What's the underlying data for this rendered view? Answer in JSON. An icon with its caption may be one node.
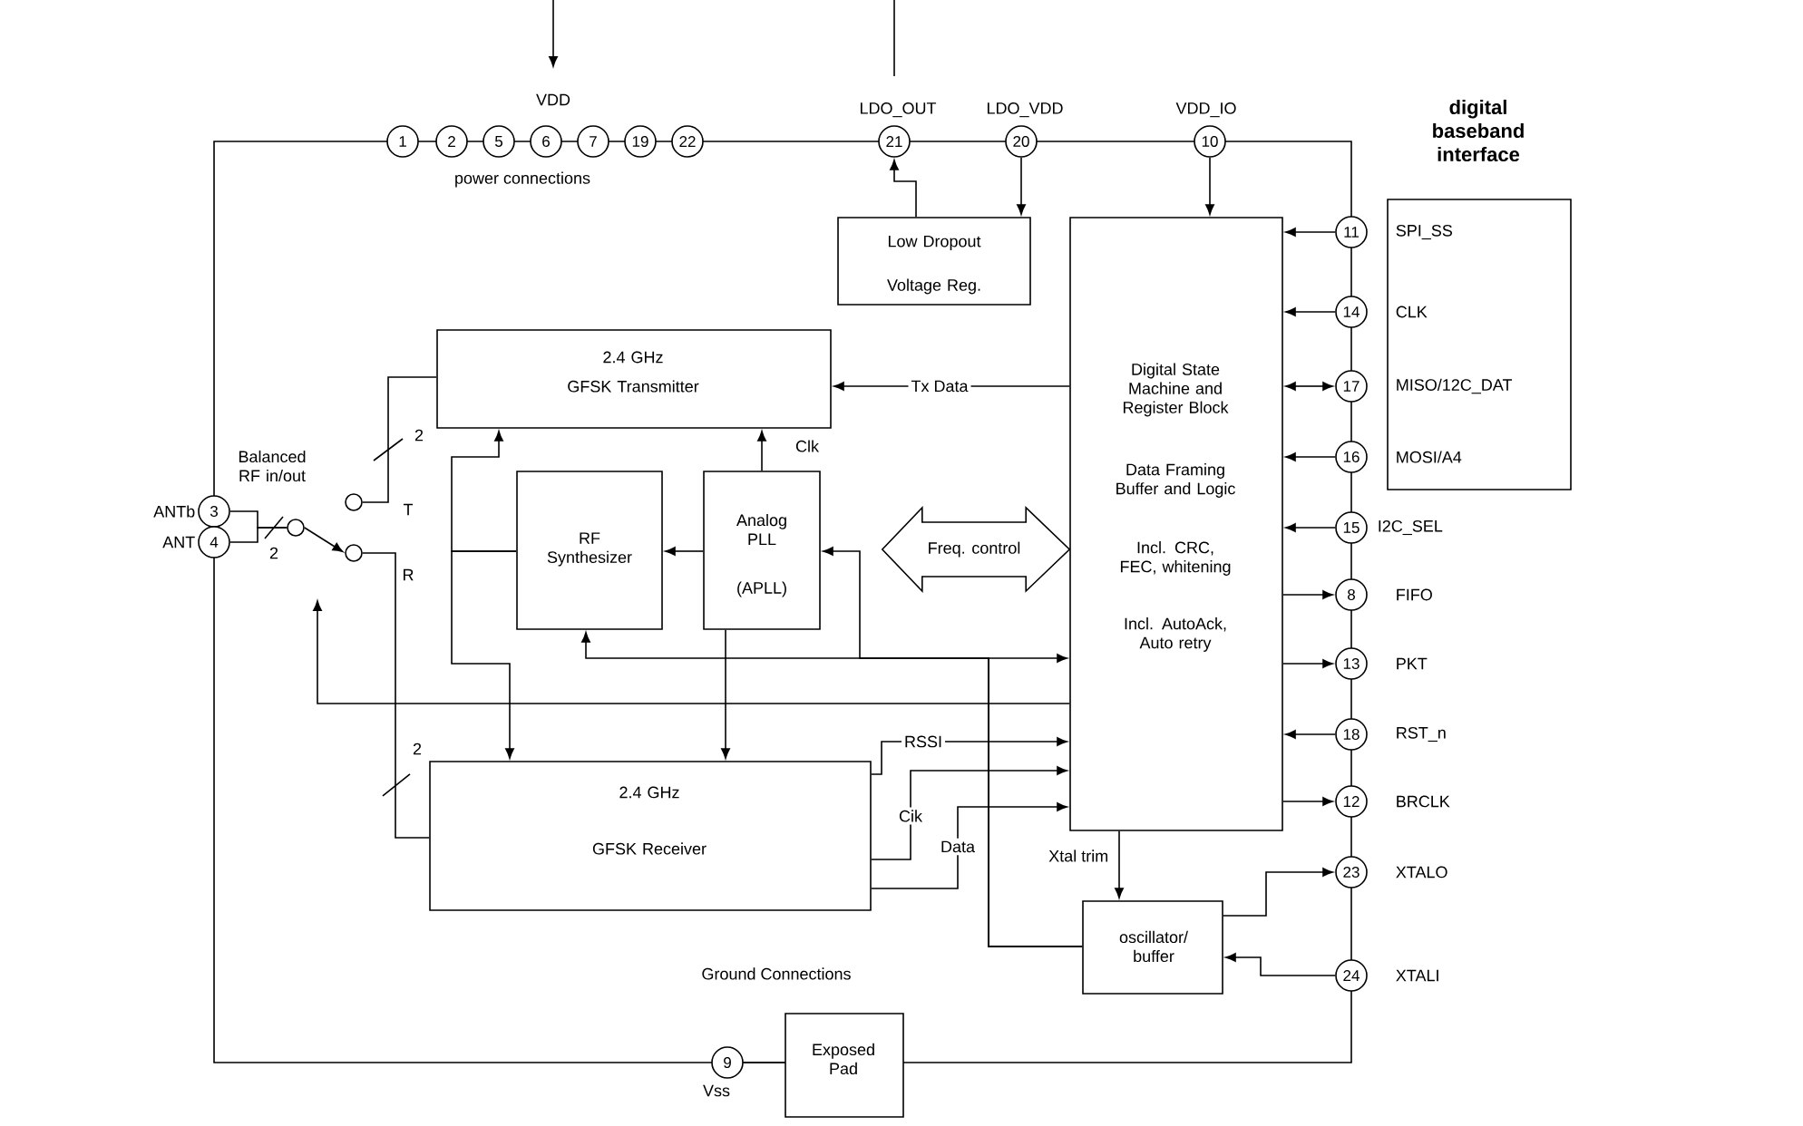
{
  "diagram": {
    "nodes": [
      {
        "text": [
          "1"
        ]
      },
      {
        "text": [
          "2"
        ]
      },
      {
        "text": [
          "5"
        ]
      },
      {
        "text": [
          "6"
        ]
      },
      {
        "text": [
          "7"
        ]
      },
      {
        "text": [
          "19"
        ]
      },
      {
        "text": [
          "22"
        ]
      },
      {
        "text": [
          "21"
        ],
        "beside": [
          "LDO_OUT"
        ]
      },
      {
        "text": [
          "20"
        ],
        "beside": [
          "LDO_VDD"
        ]
      },
      {
        "text": [
          "10"
        ],
        "beside": [
          "VDD_IO"
        ]
      },
      {
        "text": [
          "11"
        ]
      },
      {
        "text": [
          "14"
        ]
      },
      {
        "text": [
          "17"
        ]
      },
      {
        "text": [
          "16"
        ]
      },
      {
        "text": [
          "15"
        ],
        "beside": [
          "I2C_SEL"
        ]
      },
      {
        "text": [
          "8"
        ],
        "beside": [
          "FIFO"
        ]
      },
      {
        "text": [
          "13"
        ],
        "beside": [
          "PKT"
        ]
      },
      {
        "text": [
          "18"
        ],
        "beside": [
          "RST_n"
        ]
      },
      {
        "text": [
          "12"
        ],
        "beside": [
          "BRCLK"
        ]
      },
      {
        "text": [
          "23"
        ],
        "beside": [
          "XTALO"
        ]
      },
      {
        "text": [
          "24"
        ],
        "beside": [
          "XTALI"
        ]
      },
      {
        "text": [
          "3"
        ],
        "beside": [
          "ANTb"
        ]
      },
      {
        "text": [
          "4"
        ],
        "beside": [
          "ANT"
        ]
      },
      {
        "text": [
          "9"
        ],
        "beside": [
          "Vss"
        ]
      },
      {
        "text": [
          "Low Dropout",
          "Voltage Reg."
        ]
      },
      {
        "text": [
          "2.4 GHz",
          "GFSK Transmitter"
        ]
      },
      {
        "text": [
          "RF Synthesizer"
        ]
      },
      {
        "text": [
          "Analog PLL",
          "(APLL)"
        ]
      },
      {
        "text": [
          "Digital State Machine and Register Block",
          "Data Framing Buffer and Logic",
          "Incl. CRC, FEC, whitening",
          "Incl. AutoAck, Auto retry"
        ]
      },
      {
        "text": [
          "2.4 GHz",
          "GFSK Receiver"
        ]
      },
      {
        "text": [
          "oscillator/ buffer"
        ]
      },
      {
        "text": [
          "Exposed Pad"
        ]
      },
      {
        "text": [
          "digital baseband interface",
          "SPI_SS",
          "CLK",
          "MISO/12C_DAT",
          "MOSI/A4"
        ]
      },
      {
        "text": [],
        "shape": "circle"
      },
      {
        "text": [],
        "shape": "circle"
      },
      {
        "text": [],
        "shape": "circle"
      }
    ],
    "edges": [
      {
        "from": 24,
        "to": 7,
        "arrow": "to"
      },
      {
        "from": 8,
        "to": 24,
        "arrow": "to"
      },
      {
        "from": 9,
        "to": 28,
        "arrow": "to"
      },
      {
        "from": 10,
        "to": 28,
        "arrow": "to"
      },
      {
        "from": 11,
        "to": 28,
        "arrow": "to"
      },
      {
        "from": 12,
        "to": 28,
        "arrow": "both"
      },
      {
        "from": 13,
        "to": 28,
        "arrow": "to"
      },
      {
        "from": 14,
        "to": 28,
        "arrow": "to"
      },
      {
        "from": 28,
        "to": 15,
        "arrow": "to"
      },
      {
        "from": 28,
        "to": 16,
        "arrow": "to"
      },
      {
        "from": 17,
        "to": 28,
        "arrow": "to"
      },
      {
        "from": 28,
        "to": 18,
        "arrow": "to"
      },
      {
        "from": 30,
        "to": 19,
        "arrow": "to"
      },
      {
        "from": 20,
        "to": 30,
        "arrow": "to"
      },
      {
        "from": 28,
        "to": 30,
        "arrow": "to",
        "label": "Xtal trim"
      },
      {
        "from": 28,
        "to": 25,
        "arrow": "to",
        "label": "Tx Data"
      },
      {
        "from": 27,
        "to": 25,
        "arrow": "to",
        "label": "Clk"
      },
      {
        "from": 27,
        "to": 26,
        "arrow": "to"
      },
      {
        "from": 26,
        "to": 25,
        "arrow": "to"
      },
      {
        "from": 26,
        "to": 29,
        "arrow": "to"
      },
      {
        "from": 27,
        "to": 29,
        "arrow": "to"
      },
      {
        "from": 30,
        "to": 28,
        "arrow": "to"
      },
      {
        "from": 30,
        "to": 27,
        "arrow": "to"
      },
      {
        "from": 30,
        "to": 26,
        "arrow": "to"
      },
      {
        "from": 28,
        "to": null,
        "arrow": "to"
      },
      {
        "from": 29,
        "to": 28,
        "arrow": "to",
        "label": "RSSI"
      },
      {
        "from": 29,
        "to": 28,
        "arrow": "to",
        "label": "Cik"
      },
      {
        "from": 29,
        "to": 28,
        "arrow": "to",
        "label": "Data"
      },
      {
        "from": 21,
        "to": 33,
        "arrow": "none"
      },
      {
        "from": 22,
        "to": 33,
        "arrow": "none"
      },
      {
        "from": 33,
        "to": 35,
        "arrow": "to"
      },
      {
        "from": 34,
        "to": 25,
        "arrow": "none"
      },
      {
        "from": 35,
        "to": 29,
        "arrow": "none"
      },
      {
        "from": 23,
        "to": 31,
        "arrow": "none"
      },
      {
        "from": 27,
        "to": 28,
        "arrow": "both",
        "label": "Freq. control"
      }
    ],
    "labels": [
      "VDD",
      "power connections",
      "2",
      "Balanced RF in/out",
      "T",
      "2",
      "R",
      "2",
      "Ground Connections"
    ]
  }
}
